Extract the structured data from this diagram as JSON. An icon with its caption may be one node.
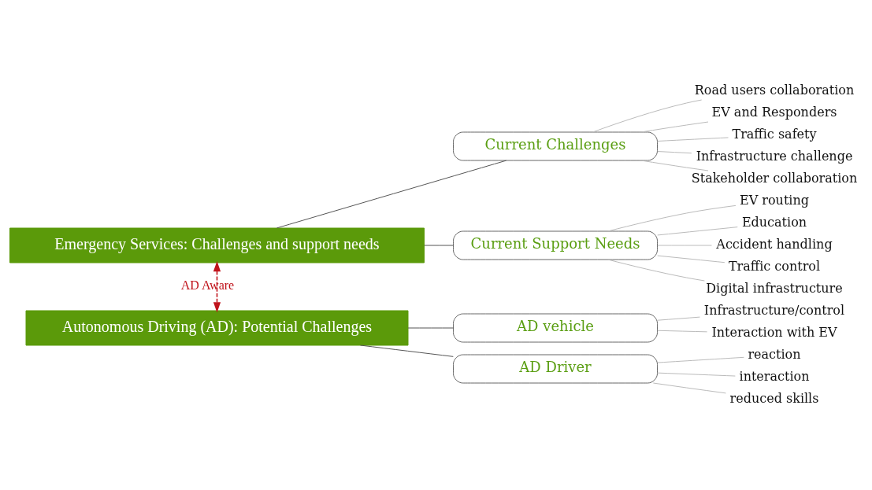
{
  "diagram": {
    "nodes": [
      {
        "text": [
          "Emergency Services: Challenges and support needs"
        ]
      },
      {
        "text": [
          "Current Challenges"
        ]
      },
      {
        "text": [
          "Road users collaboration"
        ]
      },
      {
        "text": [
          "EV and Responders"
        ]
      },
      {
        "text": [
          "Traffic safety"
        ]
      },
      {
        "text": [
          "Infrastructure challenge"
        ]
      },
      {
        "text": [
          "Stakeholder collaboration"
        ]
      },
      {
        "text": [
          "Current Support Needs"
        ]
      },
      {
        "text": [
          "EV routing"
        ]
      },
      {
        "text": [
          "Education"
        ]
      },
      {
        "text": [
          "Accident handling"
        ]
      },
      {
        "text": [
          "Traffic control"
        ]
      },
      {
        "text": [
          "Digital infrastructure"
        ]
      },
      {
        "text": [
          "Autonomous Driving (AD): Potential Challenges"
        ]
      },
      {
        "text": [
          "AD vehicle"
        ]
      },
      {
        "text": [
          "Infrastructure/control"
        ]
      },
      {
        "text": [
          "Interaction with EV"
        ]
      },
      {
        "text": [
          "AD Driver"
        ]
      },
      {
        "text": [
          "reaction"
        ]
      },
      {
        "text": [
          "interaction"
        ]
      },
      {
        "text": [
          "reduced skills"
        ]
      }
    ],
    "edges": [
      {
        "from": 0,
        "to": 1,
        "arrow": "none",
        "color": "#555555"
      },
      {
        "from": 1,
        "to": 2,
        "arrow": "none"
      },
      {
        "from": 1,
        "to": 3,
        "arrow": "none"
      },
      {
        "from": 1,
        "to": 4,
        "arrow": "none"
      },
      {
        "from": 1,
        "to": 5,
        "arrow": "none"
      },
      {
        "from": 1,
        "to": 6,
        "arrow": "none"
      },
      {
        "from": 0,
        "to": 7,
        "arrow": "none",
        "color": "#555555"
      },
      {
        "from": 7,
        "to": 8,
        "arrow": "none"
      },
      {
        "from": 7,
        "to": 9,
        "arrow": "none"
      },
      {
        "from": 7,
        "to": 10,
        "arrow": "none"
      },
      {
        "from": 7,
        "to": 11,
        "arrow": "none"
      },
      {
        "from": 7,
        "to": 12,
        "arrow": "none"
      },
      {
        "from": 0,
        "to": 13,
        "arrow": "both",
        "label": "AD Aware",
        "style": "dashed",
        "color": "#c0141c"
      },
      {
        "from": 13,
        "to": 14,
        "arrow": "none",
        "color": "#555555"
      },
      {
        "from": 14,
        "to": 15,
        "arrow": "none"
      },
      {
        "from": 14,
        "to": 16,
        "arrow": "none"
      },
      {
        "from": 13,
        "to": 17,
        "arrow": "none",
        "color": "#555555"
      },
      {
        "from": 17,
        "to": 18,
        "arrow": "none"
      },
      {
        "from": 17,
        "to": 19,
        "arrow": "none"
      },
      {
        "from": 17,
        "to": 20,
        "arrow": "none"
      }
    ]
  }
}
